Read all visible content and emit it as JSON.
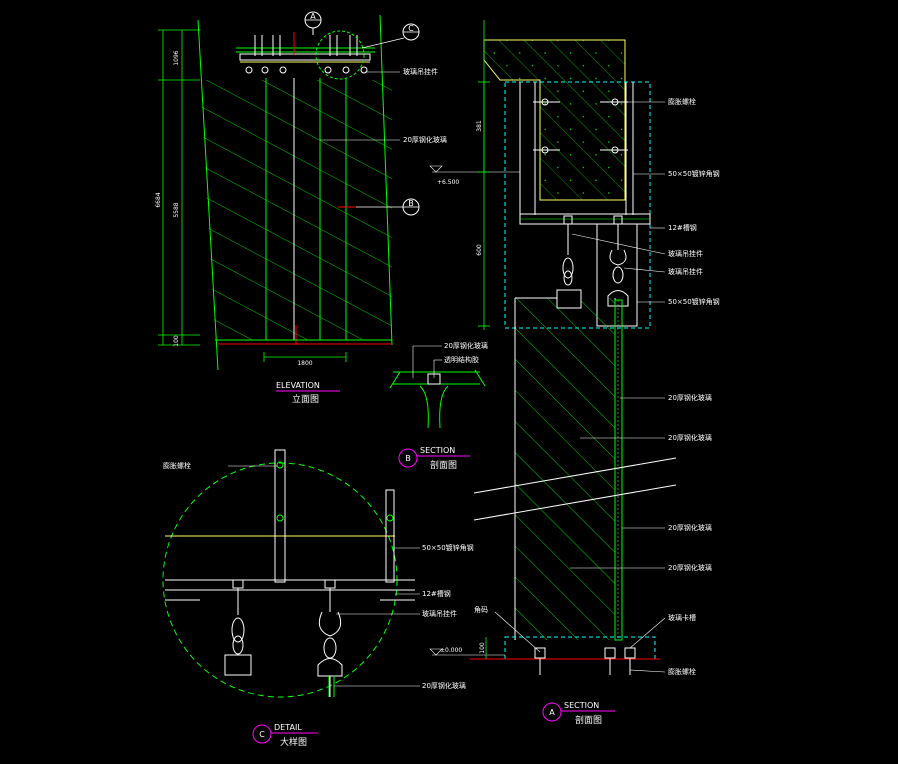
{
  "colors": {
    "background": "#000000",
    "glass": "#00ff00",
    "line": "#ffffff",
    "dim": "#00ff00",
    "concrete": "#ffff66",
    "marker": "#ff00ff",
    "cyan": "#00ffff",
    "red": "#ff0000"
  },
  "elevation": {
    "marker_a": "A",
    "marker_c": "C",
    "marker_b": "B",
    "label_hanger": "玻璃吊挂件",
    "label_glass": "20厚钢化玻璃",
    "dim_total": "6684",
    "dim_main": "5588",
    "dim_top": "1096",
    "dim_bottom": "100",
    "dim_width": "1800",
    "title_en": "ELEVATION",
    "title_cn": "立面图"
  },
  "section_b": {
    "label_glass": "20厚钢化玻璃",
    "label_sealant": "透明结构胶",
    "marker": "B",
    "title_en": "SECTION",
    "title_cn": "剖面图"
  },
  "section_a": {
    "label_bolt_top": "膨胀螺栓",
    "label_angle_top": "50×50镀锌角钢",
    "label_channel": "12#槽钢",
    "label_hanger1": "玻璃吊挂件",
    "label_hanger2": "玻璃吊挂件",
    "label_angle_bottom": "50×50镀锌角钢",
    "label_glass1": "20厚钢化玻璃",
    "label_glass2": "20厚钢化玻璃",
    "label_glass3": "20厚钢化玻璃",
    "label_glass4": "20厚钢化玻璃",
    "label_corner": "角码",
    "label_clip": "玻璃卡槽",
    "label_bolt_bottom": "膨胀螺栓",
    "level_top": "+6.500",
    "level_bottom": "±0.000",
    "dim_381": "381",
    "dim_600": "600",
    "dim_100": "100",
    "marker": "A",
    "title_en": "SECTION",
    "title_cn": "剖面图"
  },
  "detail": {
    "label_bolt": "膨胀螺栓",
    "label_angle": "50×50镀锌角钢",
    "label_channel": "12#槽钢",
    "label_hanger": "玻璃吊挂件",
    "label_glass": "20厚钢化玻璃",
    "marker": "C",
    "title_en": "DETAIL",
    "title_cn": "大样图"
  }
}
